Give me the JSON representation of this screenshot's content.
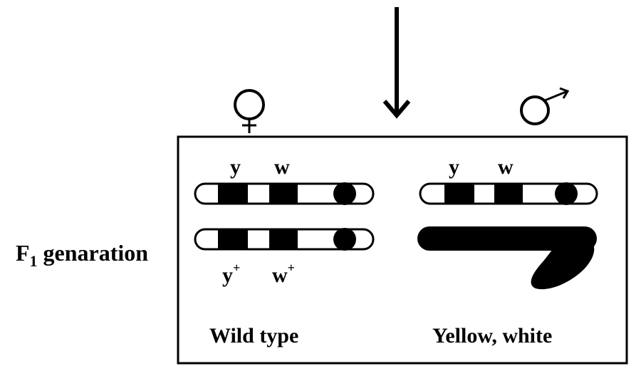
{
  "generation_label": "F",
  "generation_subscript": "1",
  "generation_suffix": " genaration",
  "female": {
    "symbol": "♀",
    "chromosome_top_labels": [
      "y",
      "w"
    ],
    "chromosome_bottom_labels": [
      {
        "base": "y",
        "sup": "+"
      },
      {
        "base": "w",
        "sup": "+"
      }
    ],
    "phenotype": "Wild type"
  },
  "male": {
    "symbol": "♂",
    "chromosome_top_labels": [
      "y",
      "w"
    ],
    "phenotype": "Yellow, white"
  },
  "colors": {
    "ink": "#000000",
    "background": "#ffffff"
  }
}
